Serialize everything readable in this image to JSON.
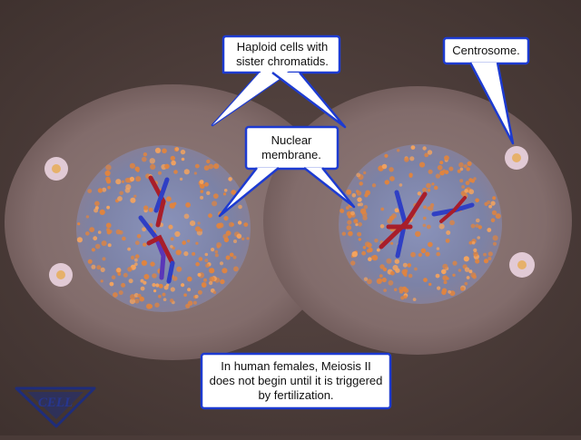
{
  "callouts": {
    "haploid": "Haploid cells with sister chromatids.",
    "centrosome": "Centrosome.",
    "nuclear_membrane": "Nuclear membrane.",
    "note": "In human females, Meiosis II does not begin until it is triggered by fertilization."
  },
  "logo": {
    "text": "CELL"
  },
  "colors": {
    "background": "#4a3b38",
    "cell_body": "#8a7574",
    "nucleus": "#7f86a8",
    "membrane_dots": "#e0843f",
    "chromosome_red": "#a81e2a",
    "chromosome_blue": "#2f3fc4",
    "callout_border": "#1d3bd1",
    "centrosome": "#efd6e6"
  }
}
